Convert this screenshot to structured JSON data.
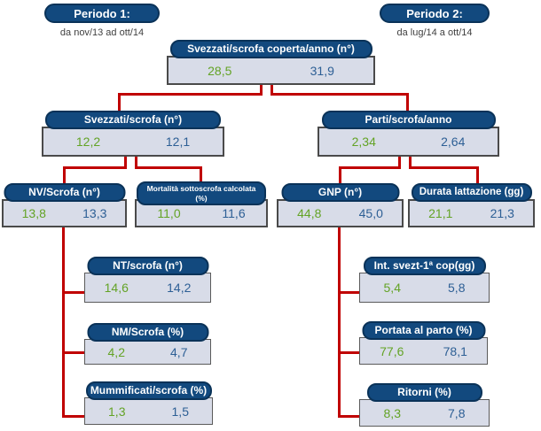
{
  "colors": {
    "header_bg": "#12497E",
    "header_border": "#0A3258",
    "value_bg": "#D8DCE8",
    "value_border": "#4A4A4A",
    "connector": "#C00000",
    "v1_color": "#63A325",
    "v2_color": "#2D5F95"
  },
  "periods": {
    "p1": {
      "label": "Periodo 1:",
      "range": "da nov/13 ad ott/14"
    },
    "p2": {
      "label": "Periodo 2:",
      "range": "da lug/14 a ott/14"
    }
  },
  "nodes": {
    "root": {
      "title": "Svezzati/scrofa coperta/anno (n°)",
      "p1": "28,5",
      "p2": "31,9"
    },
    "svezzati": {
      "title": "Svezzati/scrofa (n°)",
      "p1": "12,2",
      "p2": "12,1"
    },
    "parti": {
      "title": "Parti/scrofa/anno",
      "p1": "2,34",
      "p2": "2,64"
    },
    "nv": {
      "title": "NV/Scrofa (n°)",
      "p1": "13,8",
      "p2": "13,3"
    },
    "mortalita": {
      "title": "Mortalità sottoscrofa calcolata\n(%)",
      "p1": "11,0",
      "p2": "11,6"
    },
    "gnp": {
      "title": "GNP (n°)",
      "p1": "44,8",
      "p2": "45,0"
    },
    "durata": {
      "title": "Durata lattazione (gg)",
      "p1": "21,1",
      "p2": "21,3"
    },
    "nt": {
      "title": "NT/scrofa (n°)",
      "p1": "14,6",
      "p2": "14,2"
    },
    "nm": {
      "title": "NM/Scrofa (%)",
      "p1": "4,2",
      "p2": "4,7"
    },
    "mummificati": {
      "title": "Mummificati/scrofa (%)",
      "p1": "1,3",
      "p2": "1,5"
    },
    "int_svezt": {
      "title": "Int. svezt-1ª cop(gg)",
      "p1": "5,4",
      "p2": "5,8"
    },
    "portata": {
      "title": "Portata al parto (%)",
      "p1": "77,6",
      "p2": "78,1"
    },
    "ritorni": {
      "title": "Ritorni (%)",
      "p1": "8,3",
      "p2": "7,8"
    }
  }
}
